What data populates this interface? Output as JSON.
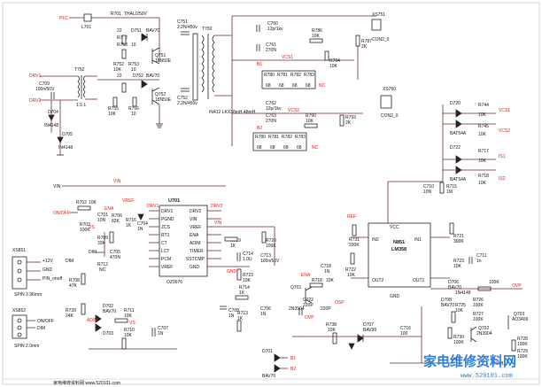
{
  "top": {
    "pfc": "PFC",
    "l701": "L701",
    "r701": "R701",
    "thal": "THAL/250V"
  },
  "upper_left": {
    "r752": "R752",
    "r752v": "10K",
    "r753": "R753",
    "r753v": "10",
    "d751": "D751",
    "d751p": "BAV70",
    "v22a": "22",
    "v22b": "22",
    "q751": "Q751",
    "q751p": "18N50E",
    "c751": "C751",
    "c751v": "2.2N/450v",
    "r755": "R755",
    "r755v": "10K",
    "r756": "R756",
    "r756v": "10",
    "d752": "D752",
    "d752p": "BAV70",
    "q752": "Q752",
    "q752p": "18N50E",
    "c752": "C752",
    "c752v": "2.2N/450v",
    "t752": "T752",
    "c709": "C709",
    "c709v": "100n/50V",
    "ratio": "1:1:1",
    "d704": "D704",
    "d704p": "IN4148",
    "d705": "D705",
    "d705p": "IN4148",
    "drv1": "DRV1",
    "drv2": "DRV2"
  },
  "transformer": {
    "t750": "T750",
    "part": "IN412 LKX38mH 48mH",
    "c760": "C760",
    "c760v": "12p/1kv",
    "c761": "C761",
    "c761v": "270N",
    "c762": "C762",
    "c762v": "12p/1kv",
    "c763": "C763",
    "c763v": "270N"
  },
  "upper_right": {
    "xs751": "XS751",
    "xs761": "XS760",
    "con1": "CON2_0",
    "con2": "CON2_0",
    "r786": "R786",
    "r786v": "10K",
    "r787": "R787",
    "r787v": "2K",
    "r784": "R784",
    "r784v": "10K",
    "r780": "R780",
    "r781": "R781",
    "r782": "R782",
    "r783": "R783",
    "rv": "68",
    "r790": "R790",
    "r790v": "10K",
    "r793": "R793",
    "r793v": "2K",
    "nc": "NC",
    "vcs1": "VCS1",
    "vcs2": "VCS2",
    "b1": "B1",
    "b2": "B2"
  },
  "right_diodes": {
    "d720": "D720",
    "d720p": "BAT54A",
    "d722": "D722",
    "d722p": "BAT54A",
    "r744": "R744",
    "r744v": "10K",
    "r745": "R745",
    "r745v": "10K",
    "r717": "R717",
    "r717v": "10K",
    "r718": "R718",
    "r718v": "10K",
    "r715": "R715",
    "r715v": "1M",
    "c710": "C710",
    "c710v": "10N",
    "vcs1": "VCS1",
    "vcs2": "VCS2",
    "is1": "IS1",
    "is2": "IS2"
  },
  "u701": {
    "ref": "U701",
    "part": "OZ9976",
    "left_pins": [
      "DRV1",
      "PGND",
      "ZCS",
      "RT1",
      "CT",
      "LCT",
      "PCM",
      "VREF"
    ],
    "right_pins": [
      "DRV2",
      "VIN",
      "VREF",
      "ENA",
      "ADIM",
      "TIMER",
      "SSTCMP",
      "GND"
    ],
    "vin": "VIN",
    "vref": "VREF"
  },
  "left_parts": {
    "r702": "R702",
    "r702v": "10K",
    "c701": "C701",
    "c701v": "10N",
    "r703": "R703",
    "r703v": "100K",
    "r706": "R706",
    "r706v": "82K",
    "r716": "R716",
    "r716v": "1K",
    "c704": "C704",
    "c704v": "1N",
    "r709": "R709",
    "r709v": "33K",
    "r712": "R712",
    "r712v": "NC",
    "r708": "R708",
    "r708v": "47K",
    "r739": "R739",
    "r739v": "24K",
    "c705": "C705",
    "c705v": "470N",
    "d702": "D702",
    "d703": "D703",
    "bav70": "BAV70",
    "r711": "R711",
    "r711v": "10K",
    "r710": "R710",
    "r710v": "10K",
    "c707": "C707",
    "c707v": "1N",
    "r713": "R713",
    "r713v": "1K",
    "onoff": "ON/OFF",
    "dim": "DIM",
    "vs": "VS",
    "ena": "ENA",
    "adim": "ADIM"
  },
  "connectors": {
    "xs851": "XS851",
    "xs852": "XS852",
    "spin1": "SPIN 3.96mm",
    "spin2": "SPIN 2.0mm",
    "v12": "+12V",
    "gnd": "GND",
    "onoff": "ON/OFF",
    "pin_onoff": "PIN_onoff",
    "dim": "DIM"
  },
  "middle": {
    "r719": "R719",
    "r719v": "1K",
    "c714": "C714",
    "c714v": "1.0U",
    "r720": "R720",
    "r720v": "100K",
    "c713": "C713",
    "c713v": "100n/50V",
    "c712": "C712",
    "c712v": "1N",
    "r724": "R724",
    "r724v": "100K",
    "c708": "C708",
    "c708v": "1N",
    "r714": "R714",
    "r714v": "1K",
    "r713": "R713",
    "r713v": "1K",
    "c706": "C706",
    "c706v": "1N",
    "gnd": "GND",
    "b1": "B1",
    "b2": "B2",
    "d701": "D701",
    "bav70": "BAV70"
  },
  "lm358": {
    "ref": "N851",
    "part": "LM358",
    "pins": [
      "IN2",
      "OUT2",
      "IN1",
      "OUT1"
    ],
    "vcc": "VCC",
    "gnd": "GND",
    "rsv": "REF",
    "r731": "R731",
    "r731v": "330K",
    "r722": "R722",
    "r722v": "10K",
    "c718": "C718",
    "c718v": "1N",
    "q701": "Q701",
    "q701p": "2N3904",
    "r718": "R718",
    "r718v": "10K",
    "c710": "C710",
    "c710v": "100K",
    "r721": "R721",
    "r721v": "300K",
    "c711": "C711",
    "c711v": "1n",
    "r723": "R723",
    "r723v": "10K",
    "d706": "D706",
    "d706p": "BAV70",
    "r734": "R734",
    "r734v": "1N4148",
    "r726": "R726",
    "r726v": "100K",
    "c722": "C722",
    "c722v": "220P",
    "c716": "C716",
    "c716v": "100",
    "d707": "D707",
    "d707p": "BAV99",
    "r738": "R738",
    "r738v": "10K",
    "d708": "D708",
    "d708p": "BAV70",
    "r727": "R727",
    "r727v": "100K",
    "r725": "R725",
    "r725v": "10K",
    "q702": "Q702",
    "q702p": "2N3904",
    "q703": "Q703",
    "q703p": "AO3406",
    "r728": "R728",
    "r728v": "100K",
    "r729": "R729",
    "r729v": "100K",
    "r730": "R730",
    "r730v": "100K",
    "ovp": "OVP",
    "osp": "OSP",
    "vcs1": "VCS1",
    "vcs2": "VCS2",
    "ena": "ENA",
    "is1": "IS1",
    "is2": "IS2"
  },
  "vin_label": "VIN",
  "watermark": {
    "chinese": "家电维修资料网",
    "url": "www.520101.com"
  },
  "footer": "家电维修资料网 www.520101.com"
}
